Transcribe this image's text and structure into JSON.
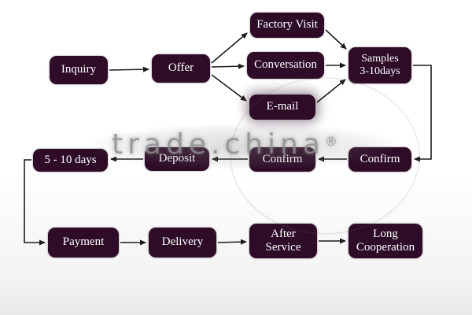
{
  "diagram": {
    "nodes": {
      "inquiry": "Inquiry",
      "offer": "Offer",
      "factory_visit": "Factory Visit",
      "conversation": "Conversation",
      "email": "E-mail",
      "samples": "Samples\n3-10days",
      "days_5_10": "5 - 10 days",
      "deposit": "Deposit",
      "confirm_mid": "Confirm",
      "confirm_right": "Confirm",
      "payment": "Payment",
      "delivery": "Delivery",
      "after_service": "After\nService",
      "long_cooperation": "Long\nCooperation"
    },
    "watermark": {
      "text": "trade.china",
      "mark": "®"
    },
    "colors": {
      "node_bg": "#2e0c28",
      "node_text": "#ffffff",
      "arrow": "#1c1c1c",
      "watermark": "#8d8d8d"
    }
  }
}
